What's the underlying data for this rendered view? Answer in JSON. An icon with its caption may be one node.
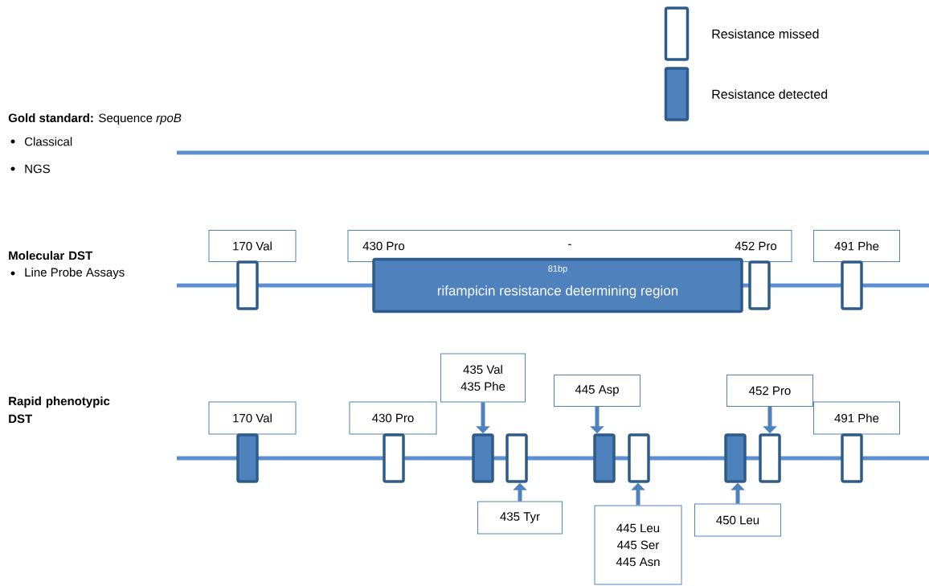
{
  "diagram": {
    "nodes": [
      {
        "text": [
          "170 Val"
        ]
      },
      {
        "text": [
          "430 Pro",
          "-",
          "452 Pro"
        ]
      },
      {
        "text": [
          "491 Phe"
        ]
      },
      {
        "text": [
          "81bp",
          "rifampicin resistance determining region"
        ]
      },
      {
        "text": [],
        "shape": "box"
      },
      {
        "text": [],
        "shape": "box"
      },
      {
        "text": [],
        "shape": "box"
      },
      {
        "text": [
          "170 Val"
        ]
      },
      {
        "text": [
          "430 Pro"
        ]
      },
      {
        "text": [
          "435 Val",
          "435 Phe"
        ]
      },
      {
        "text": [
          "445 Asp"
        ]
      },
      {
        "text": [
          "452 Pro"
        ]
      },
      {
        "text": [
          "491 Phe"
        ]
      },
      {
        "text": [],
        "shape": "box"
      },
      {
        "text": [],
        "shape": "box"
      },
      {
        "text": [],
        "shape": "box"
      },
      {
        "text": [],
        "shape": "box"
      },
      {
        "text": [],
        "shape": "box"
      },
      {
        "text": [],
        "shape": "box"
      },
      {
        "text": [],
        "shape": "box"
      },
      {
        "text": [],
        "shape": "box"
      },
      {
        "text": [],
        "shape": "box"
      },
      {
        "text": [
          "435 Tyr"
        ]
      },
      {
        "text": [
          "445 Leu",
          "445 Ser",
          "445 Asn"
        ]
      },
      {
        "text": [
          "450 Leu"
        ]
      }
    ],
    "edges": [
      {
        "from": 9,
        "to": 15,
        "arrow": "to"
      },
      {
        "from": 22,
        "to": 16,
        "arrow": "to"
      },
      {
        "from": 10,
        "to": 17,
        "arrow": "to"
      },
      {
        "from": 23,
        "to": 18,
        "arrow": "to"
      },
      {
        "from": 24,
        "to": 19,
        "arrow": "to"
      },
      {
        "from": 11,
        "to": 20,
        "arrow": "to"
      }
    ],
    "labels": [
      "**Gold standard:** Sequence *rpoB*",
      "Classical",
      "NGS",
      "Molecular DST",
      "Line Probe Assays",
      "Rapid phenotypic DST"
    ],
    "legend": [
      {
        "text": "Resistance missed"
      },
      {
        "text": "Resistance detected"
      }
    ]
  }
}
